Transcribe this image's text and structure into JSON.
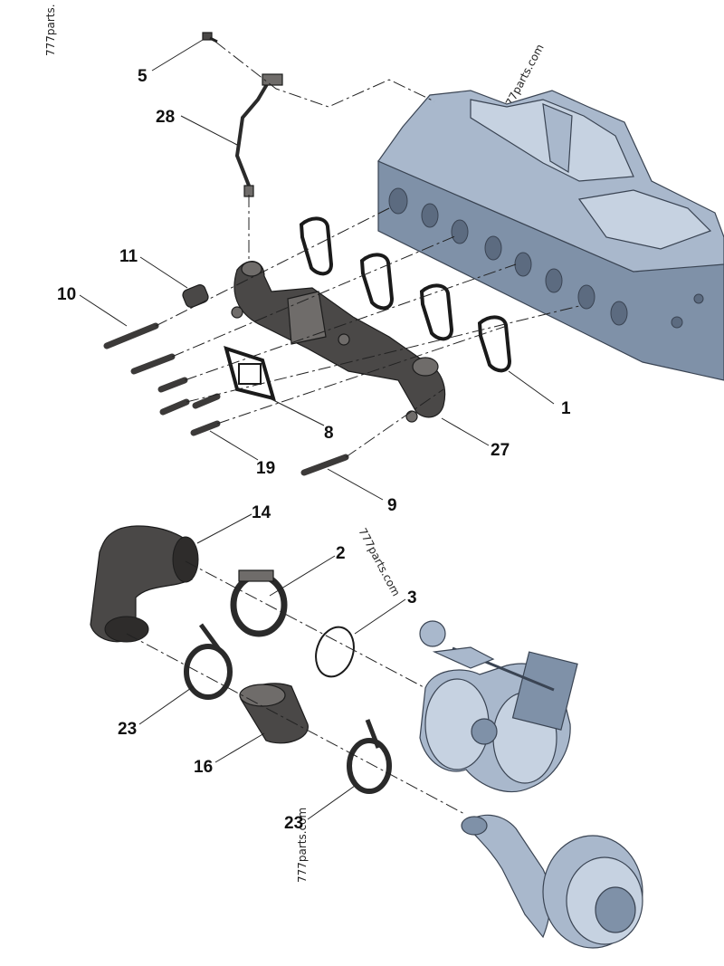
{
  "diagram": {
    "callouts": [
      {
        "id": "c5",
        "text": "5"
      },
      {
        "id": "c28",
        "text": "28"
      },
      {
        "id": "c11",
        "text": "11"
      },
      {
        "id": "c10",
        "text": "10"
      },
      {
        "id": "c1",
        "text": "1"
      },
      {
        "id": "c8",
        "text": "8"
      },
      {
        "id": "c27",
        "text": "27"
      },
      {
        "id": "c19",
        "text": "19"
      },
      {
        "id": "c9",
        "text": "9"
      },
      {
        "id": "c14",
        "text": "14"
      },
      {
        "id": "c2",
        "text": "2"
      },
      {
        "id": "c3",
        "text": "3"
      },
      {
        "id": "c23a",
        "text": "23"
      },
      {
        "id": "c16",
        "text": "16"
      },
      {
        "id": "c23b",
        "text": "23"
      }
    ],
    "watermarks": {
      "w1": "777parts.",
      "w2": "777parts.com",
      "w3": "777parts.com",
      "w4": "777parts.com"
    },
    "colors": {
      "steel": "#4a4847",
      "engine_blue": "#a9b8cc",
      "ink": "#111111"
    }
  }
}
